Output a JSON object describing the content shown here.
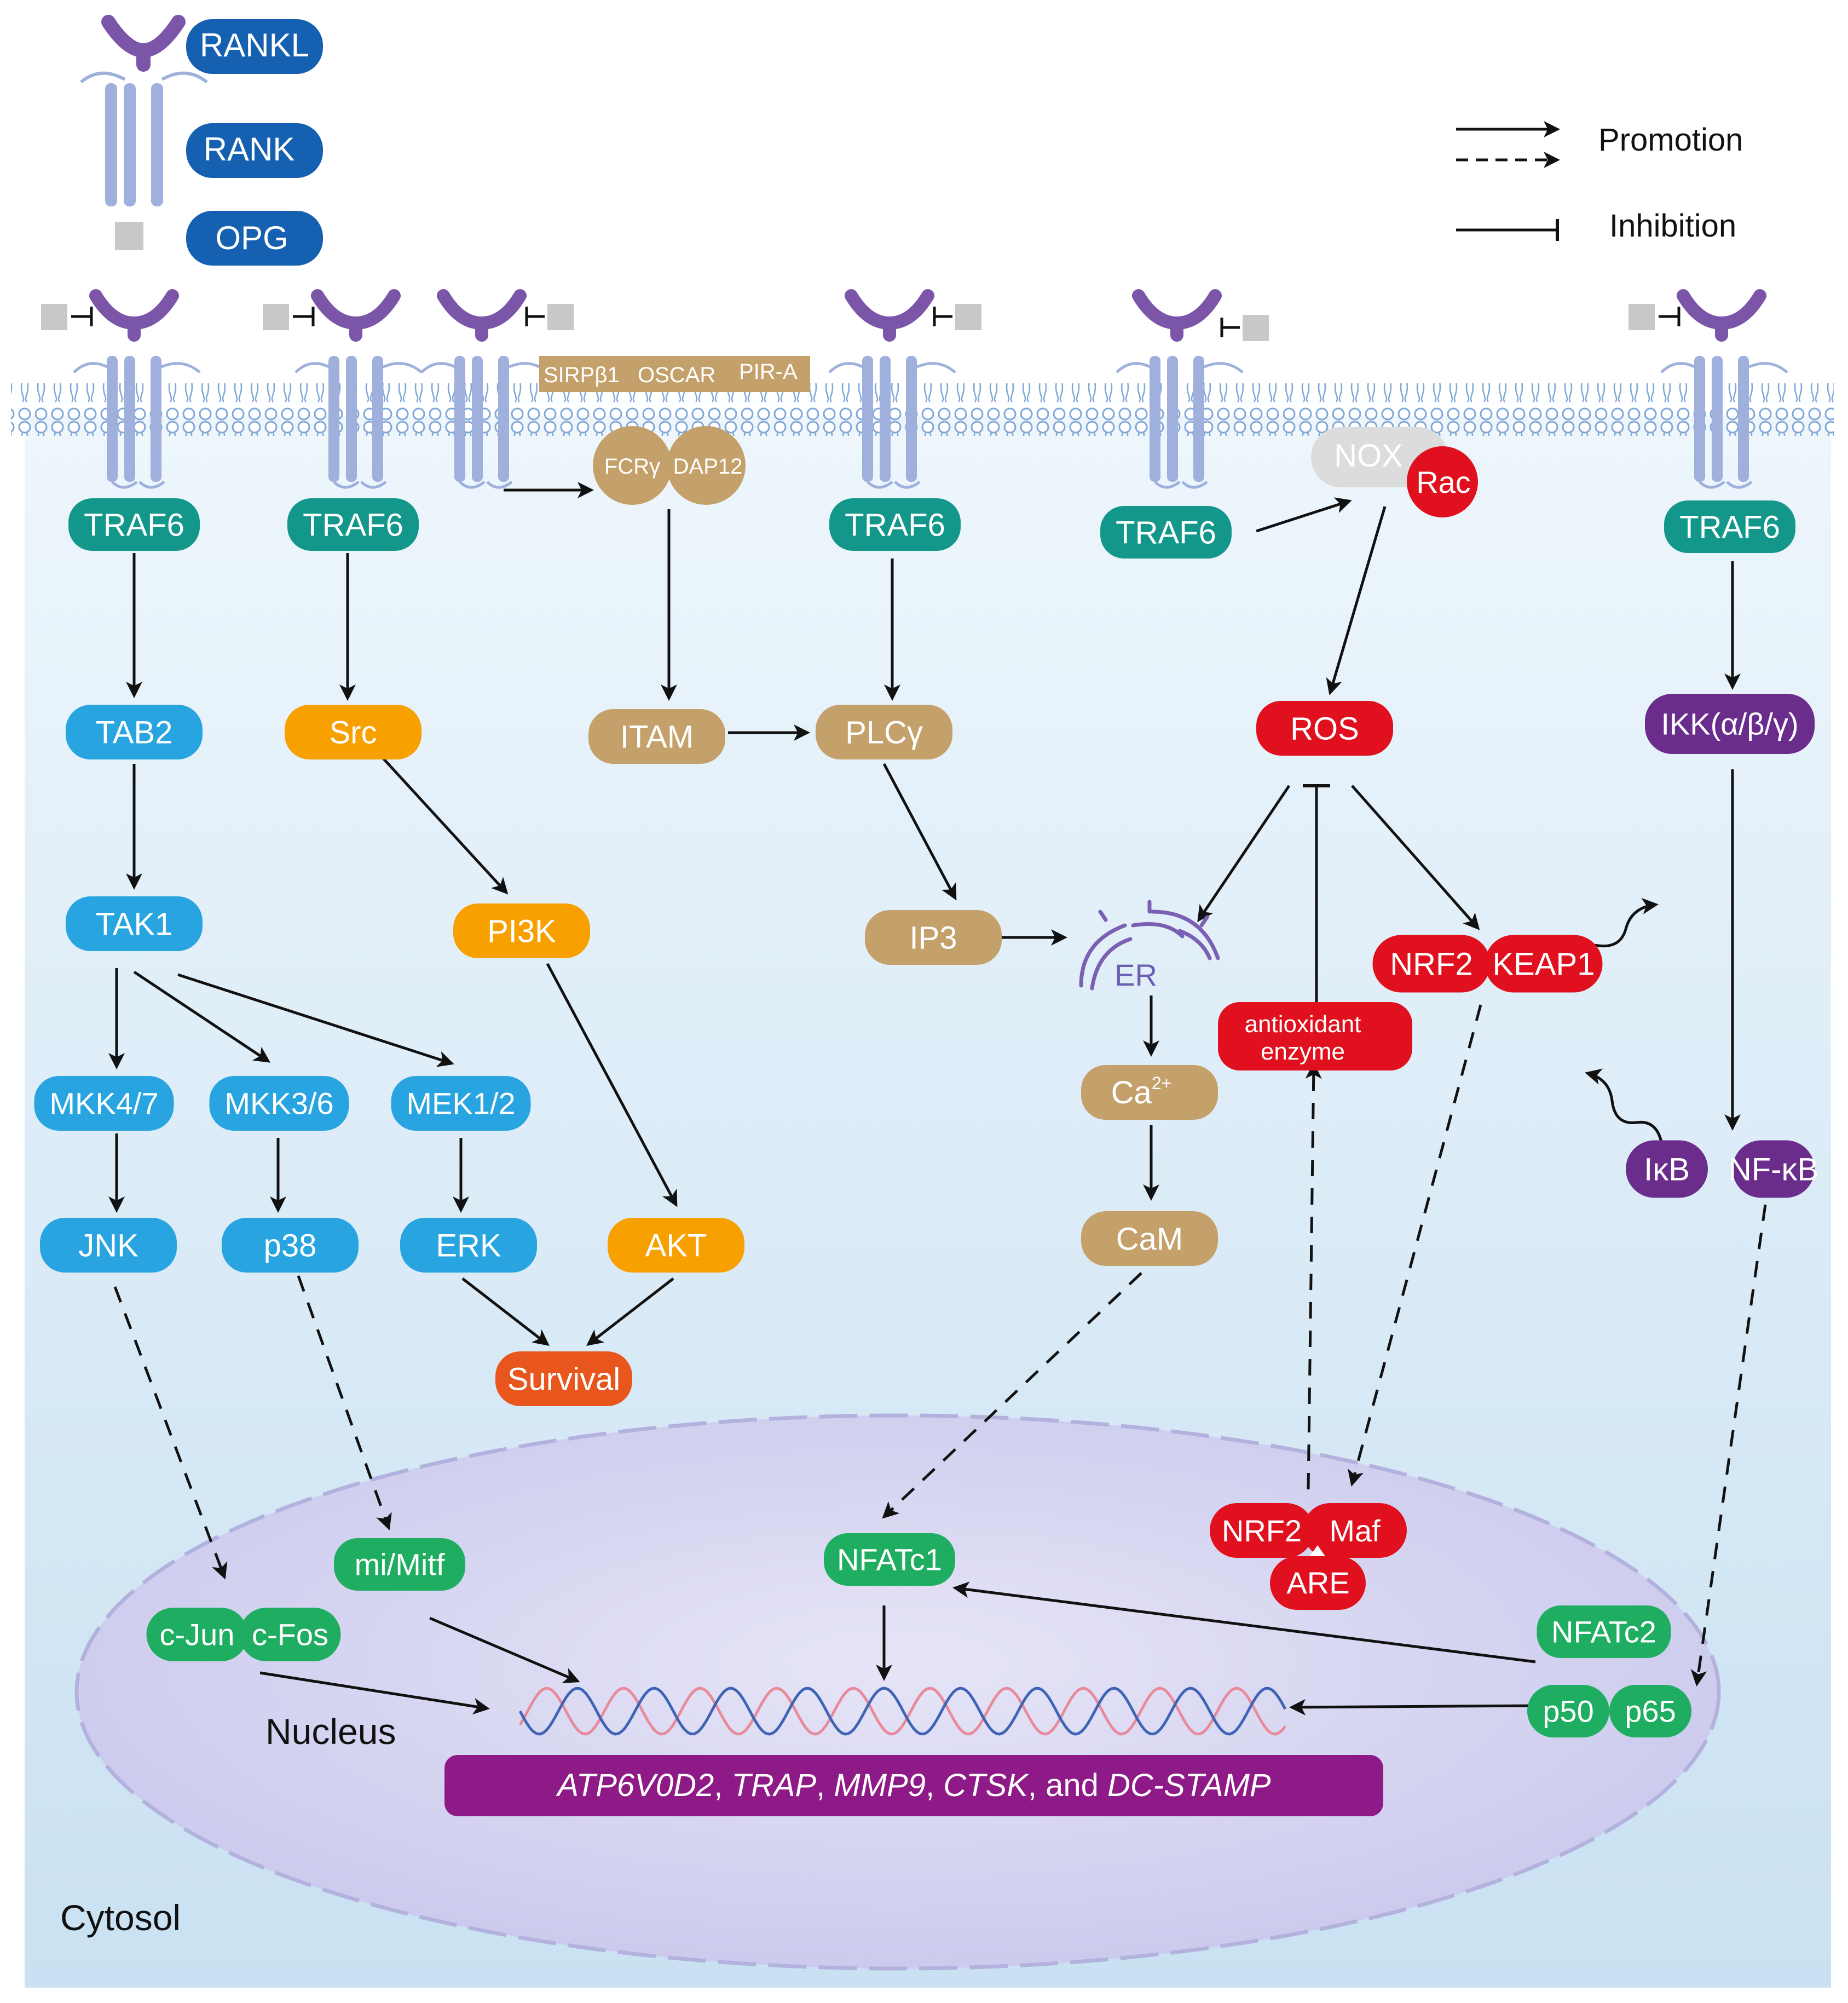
{
  "legend": {
    "legend_ligand": "RANKL",
    "legend_receptor": "RANK",
    "legend_decoy": "OPG",
    "promotion": "Promotion",
    "inhibition": "Inhibition"
  },
  "regions": {
    "cytosol": "Cytosol",
    "nucleus": "Nucleus"
  },
  "membrane_receptors": {
    "sirpb1": "SIRPβ1",
    "oscar": "OSCAR",
    "pira": "PIR-A",
    "fcrg": "FCRγ",
    "dap12": "DAP12"
  },
  "nodes": {
    "traf6_1": "TRAF6",
    "traf6_2": "TRAF6",
    "traf6_3": "TRAF6",
    "traf6_4": "TRAF6",
    "traf6_5": "TRAF6",
    "tab2": "TAB2",
    "tak1": "TAK1",
    "mkk47": "MKK4/7",
    "mkk36": "MKK3/6",
    "mek12": "MEK1/2",
    "jnk": "JNK",
    "p38": "p38",
    "erk": "ERK",
    "src": "Src",
    "pi3k": "PI3K",
    "akt": "AKT",
    "survival": "Survival",
    "itam": "ITAM",
    "plcg": "PLCγ",
    "ip3": "IP3",
    "er": "ER",
    "ca": "Ca",
    "ca_sup": "2+",
    "cam": "CaM",
    "nox": "NOX",
    "rac": "Rac",
    "ros": "ROS",
    "antiox_1": "antioxidant",
    "antiox_2": "enzyme",
    "nrf2_cyto": "NRF2",
    "keap1": "KEAP1",
    "ikk": "IKK(α/β/γ)",
    "ikb": "IκB",
    "nfkb": "NF-κB",
    "cjun": "c-Jun",
    "cfos": "c-Fos",
    "mitf": "mi/Mitf",
    "nfatc1": "NFATc1",
    "nrf2_nuc": "NRF2",
    "maf": "Maf",
    "are": "ARE",
    "nfatc2": "NFATc2",
    "p50": "p50",
    "p65": "p65"
  },
  "genes": {
    "g1": "ATP6V0D2",
    "sep1": ", ",
    "g2": "TRAP",
    "sep2": ", ",
    "g3": "MMP9",
    "sep3": ", ",
    "g4": "CTSK",
    "sep4": ", and ",
    "g5": "DC-STAMP"
  },
  "colors": {
    "traf6": "#12978a",
    "mapk_blue": "#28a4e0",
    "orange": "#f7a000",
    "survival": "#e8561e",
    "tan": "#c4a06a",
    "red": "#e0101e",
    "purple": "#6a2d8c",
    "green": "#1fae61",
    "gene_bar": "#8e1a87",
    "receptor": "#9fb0dc",
    "ligand": "#7a55a8",
    "decoy": "#c8c8c8",
    "legend_blue": "#1560b0",
    "cytosol": "#d6e9f6",
    "nucleus": "#d9d8f2"
  }
}
